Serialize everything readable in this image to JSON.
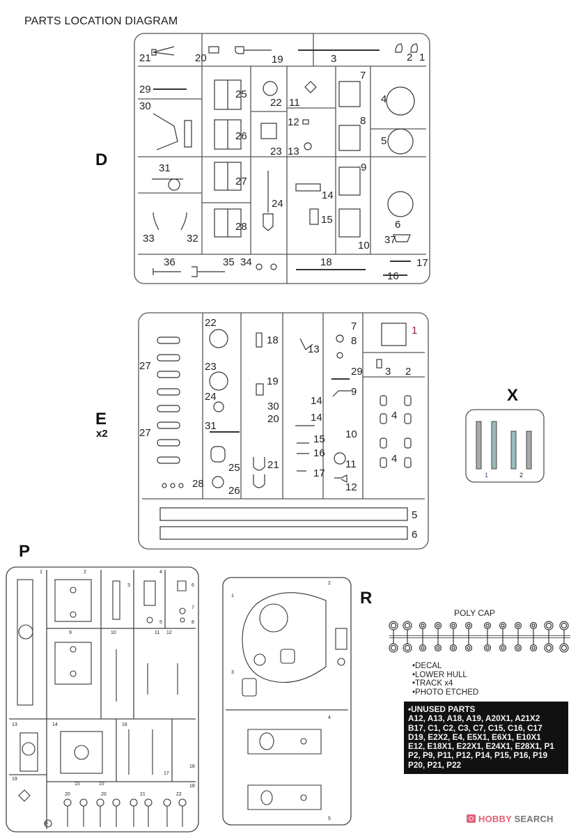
{
  "title": "PARTS LOCATION DIAGRAM",
  "sprues": {
    "D": {
      "letter": "D",
      "parts": [
        "21",
        "20",
        "19",
        "3",
        "2",
        "1",
        "29",
        "25",
        "22",
        "11",
        "7",
        "4",
        "30",
        "26",
        "12",
        "8",
        "23",
        "13",
        "5",
        "31",
        "27",
        "24",
        "14",
        "9",
        "15",
        "33",
        "32",
        "28",
        "10",
        "6",
        "37",
        "36",
        "35",
        "34",
        "18",
        "17",
        "16"
      ]
    },
    "E": {
      "letter": "E",
      "quantity": "x2",
      "parts": [
        "22",
        "27",
        "23",
        "24",
        "31",
        "27",
        "25",
        "26",
        "28",
        "18",
        "19",
        "30",
        "20",
        "21",
        "13",
        "14",
        "14",
        "15",
        "16",
        "17",
        "7",
        "8",
        "29",
        "9",
        "10",
        "11",
        "12",
        "1",
        "3",
        "2",
        "4",
        "4",
        "5",
        "6"
      ]
    },
    "X": {
      "letter": "X",
      "parts": [
        "1",
        "2"
      ]
    },
    "P": {
      "letter": "P",
      "parts": [
        "1",
        "2",
        "3",
        "4",
        "5",
        "6",
        "7",
        "8",
        "9",
        "10",
        "11",
        "12",
        "13",
        "14",
        "15",
        "15",
        "16",
        "17",
        "18",
        "18",
        "19",
        "20",
        "20",
        "21",
        "22"
      ],
      "mark": "P"
    },
    "R": {
      "letter": "R",
      "parts": [
        "1",
        "2",
        "3",
        "4",
        "5"
      ]
    }
  },
  "poly_cap": {
    "title": "POLY CAP"
  },
  "included_items": [
    "DECAL",
    "LOWER HULL",
    "TRACK x4",
    "PHOTO ETCHED"
  ],
  "unused_parts": {
    "header": "UNUSED PARTS",
    "lines": [
      "A12, A13, A18, A19, A20X1, A21X2",
      "B17, C1, C2, C3, C7, C15, C16, C17",
      "D19, E2X2, E4, E5X1, E6X1, E10X1",
      "E12, E18X1, E22X1, E24X1, E28X1, P1",
      "P2, P9, P11, P12, P14, P15, P16, P19",
      "P20, P21, P22"
    ]
  },
  "watermark": {
    "brand_a": "HOBBY",
    "brand_b": " SEARCH"
  }
}
